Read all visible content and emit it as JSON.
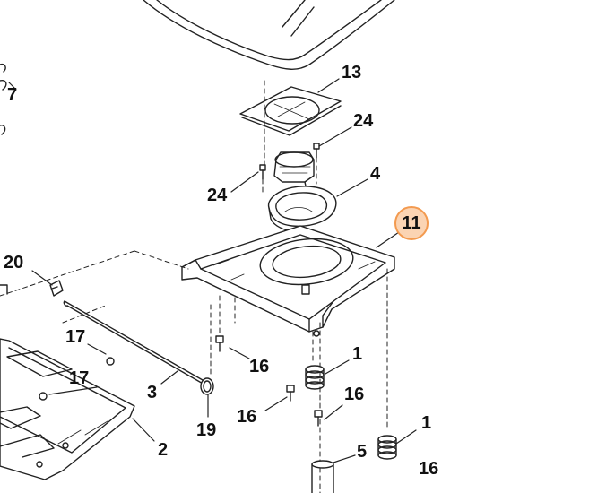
{
  "diagram": {
    "highlight_color": "#f39a4f",
    "highlight_fill": "#fbd4b3",
    "callouts": [
      {
        "id": "c13",
        "text": "13"
      },
      {
        "id": "c24a",
        "text": "24"
      },
      {
        "id": "c24b",
        "text": "24"
      },
      {
        "id": "c4",
        "text": "4"
      },
      {
        "id": "c11",
        "text": "11",
        "highlighted": true
      },
      {
        "id": "c7",
        "text": "7"
      },
      {
        "id": "c20",
        "text": "20"
      },
      {
        "id": "c17a",
        "text": "17"
      },
      {
        "id": "c17b",
        "text": "17"
      },
      {
        "id": "c3",
        "text": "3"
      },
      {
        "id": "c19",
        "text": "19"
      },
      {
        "id": "c2",
        "text": "2"
      },
      {
        "id": "c16a",
        "text": "16"
      },
      {
        "id": "c16b",
        "text": "16"
      },
      {
        "id": "c16c",
        "text": "16"
      },
      {
        "id": "c16d",
        "text": "16"
      },
      {
        "id": "c1a",
        "text": "1"
      },
      {
        "id": "c1b",
        "text": "1"
      },
      {
        "id": "c5",
        "text": "5"
      }
    ]
  }
}
